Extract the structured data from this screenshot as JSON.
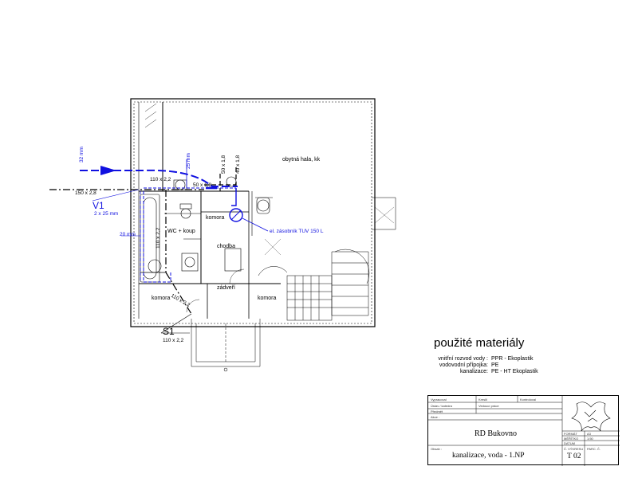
{
  "rooms": {
    "obytna_hala": "obytná hala, kk",
    "komora_upper": "komora",
    "wc_koup": "WC + koup",
    "chodba": "chodba",
    "zadveri": "zádveří",
    "komora_lower_left": "komora",
    "komora_lower_right": "komora"
  },
  "pipes": {
    "v1_label": "V1",
    "v1_size": "2 x 25 mm",
    "dim_32": "32 mm",
    "dim_25": "25 mm",
    "dim_20": "20 mm",
    "size_150": "150 x 2,8",
    "size_110_top": "110 x 2,2",
    "size_110_vertical": "110 x 2,2",
    "size_110_diag": "110 x 2,2",
    "size_50_18_a": "50 x 1,8",
    "size_50_18_b": "50 x 1,8",
    "size_40_18": "40 x 1,8",
    "boiler": "el. zásobník TUV 150 L",
    "s1_label": "S1",
    "s1_size": "110 x 2,2"
  },
  "legend": {
    "title": "použité materiály",
    "rows": [
      {
        "key": "vnitřní rozvod vody :",
        "value": "PPR - Ekoplastik"
      },
      {
        "key": "vodovodní přípojka:",
        "value": "PE"
      },
      {
        "key": "kanalizace:",
        "value": "PE - HT Ekoplastik"
      }
    ]
  },
  "title_block": {
    "project": "RD Bukovno",
    "drawing": "kanalizace, voda - 1.NP",
    "sheet_no": "T 02",
    "cell_r1a": "Vypracoval",
    "cell_r1b": "Kreslil",
    "cell_r1c": "Kontroloval",
    "cell_r2a": "Ústav / katedra",
    "cell_r2b": "Vedoucí práce",
    "cell_r3a": "Předmět",
    "cell_r4a": "Akce :",
    "cell_r5a": "Obsah :",
    "cell_format": "FORMÁT",
    "cell_format_val": "A3",
    "cell_scale": "MĚŘÍTKO",
    "cell_scale_val": "1:50",
    "cell_date": "DATUM",
    "cell_number": "Č. VÝKRESU",
    "cell_part": "PARC. Č."
  },
  "colors": {
    "water_pipe": "#1010e0",
    "wall": "#000000",
    "background": "#ffffff"
  }
}
